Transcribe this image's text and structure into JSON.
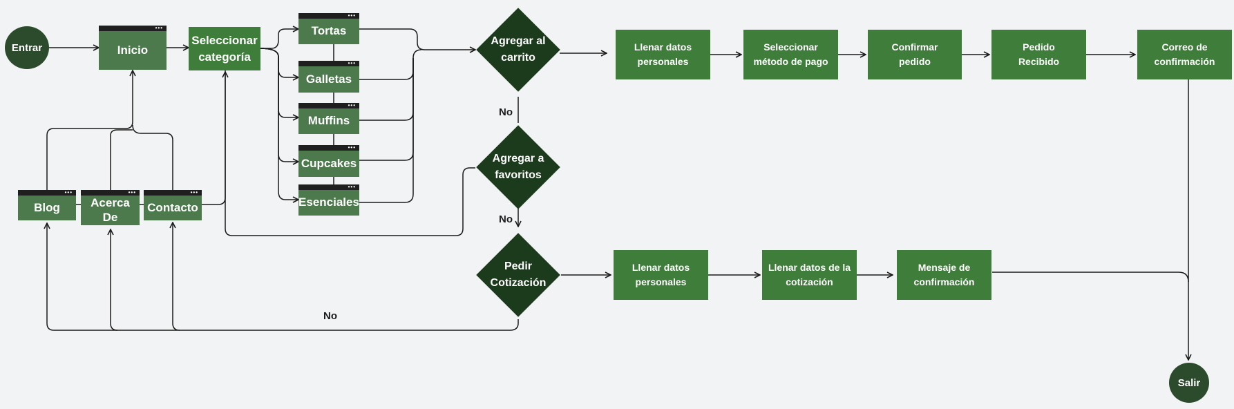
{
  "start": {
    "label": "Entrar"
  },
  "end": {
    "label": "Salir"
  },
  "pages": {
    "inicio": "Inicio",
    "blog": "Blog",
    "acerca_line1": "Acerca",
    "acerca_line2": "De",
    "contacto": "Contacto"
  },
  "select_category": {
    "line1": "Seleccionar",
    "line2": "categoría"
  },
  "categories": [
    "Tortas",
    "Galletas",
    "Muffins",
    "Cupcakes",
    "Esenciales"
  ],
  "decisions": {
    "cart": {
      "line1": "Agregar al",
      "line2": "carrito"
    },
    "favorites": {
      "line1": "Agregar a",
      "line2": "favoritos"
    },
    "quote": {
      "line1": "Pedir",
      "line2": "Cotización"
    }
  },
  "labels": {
    "no1": "No",
    "no2": "No",
    "no3": "No"
  },
  "purchase_flow": [
    {
      "line1": "Llenar datos",
      "line2": "personales"
    },
    {
      "line1": "Seleccionar",
      "line2": "método de pago"
    },
    {
      "line1": "Confirmar",
      "line2": "pedido"
    },
    {
      "line1": "Pedido",
      "line2": "Recibido"
    },
    {
      "line1": "Correo de",
      "line2": "confirmación"
    }
  ],
  "quote_flow": [
    {
      "line1": "Llenar datos",
      "line2": "personales"
    },
    {
      "line1": "Llenar datos de la",
      "line2": "cotización"
    },
    {
      "line1": "Mensaje de",
      "line2": "confirmación"
    }
  ],
  "colors": {
    "background": "#f2f3f5",
    "process": "#3f7d3a",
    "page": "#4d7a4d",
    "decision": "#1c3b1c",
    "terminal": "#2c4a2c",
    "connector": "#1a1a1a"
  }
}
